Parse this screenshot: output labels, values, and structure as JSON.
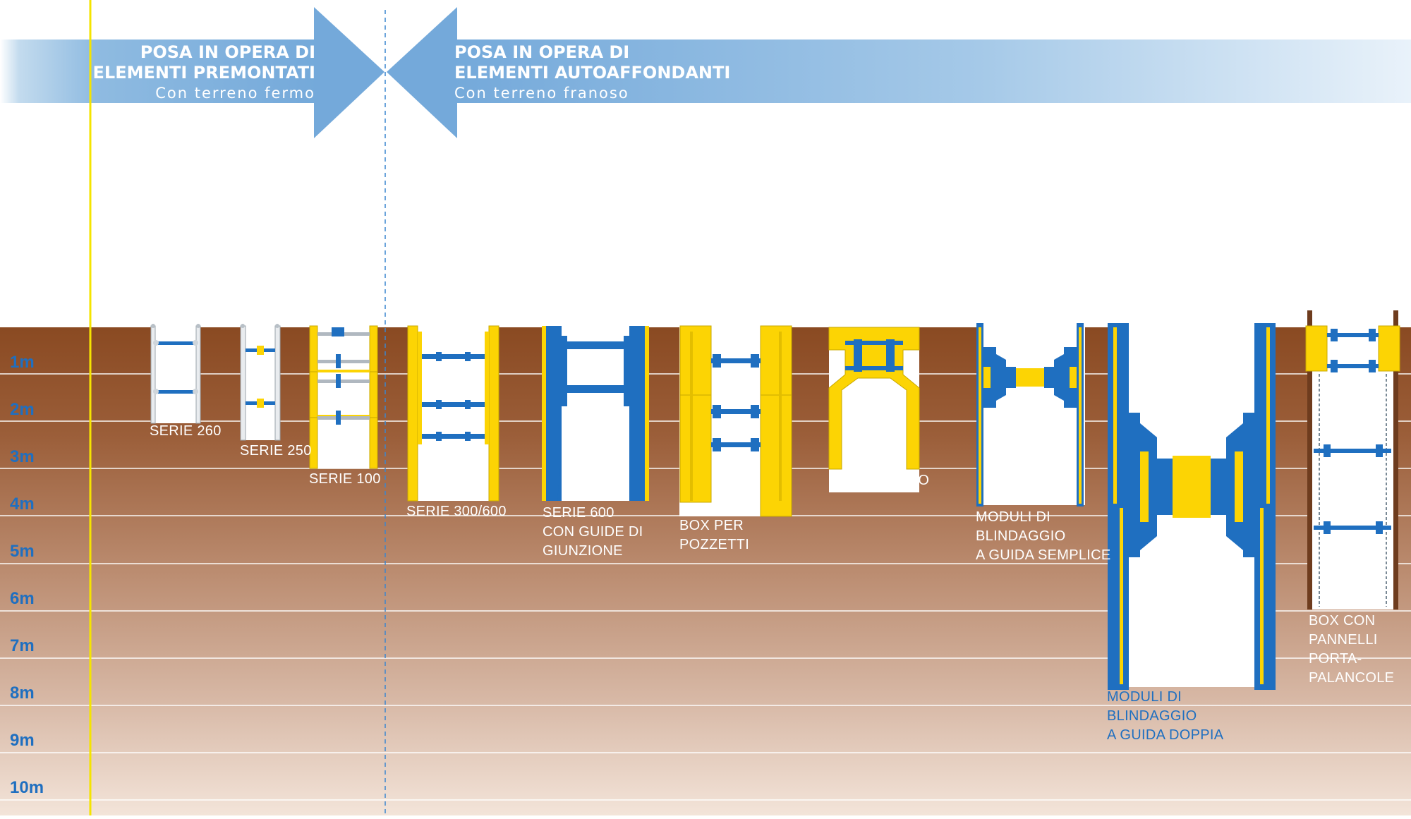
{
  "banner_left": {
    "line1": "POSA IN OPERA DI",
    "line2": "ELEMENTI PREMONTATI",
    "sub": "Con terreno fermo"
  },
  "banner_right": {
    "line1": "POSA IN OPERA DI",
    "line2": "ELEMENTI AUTOAFFONDANTI",
    "sub": "Con terreno franoso"
  },
  "depths": [
    "1m",
    "2m",
    "3m",
    "4m",
    "5m",
    "6m",
    "7m",
    "8m",
    "9m",
    "10m"
  ],
  "systems": {
    "serie260": "SERIE 260",
    "serie250": "SERIE 250",
    "serie100": "SERIE 100",
    "serie300600": "SERIE 300/600",
    "serie600": [
      "SERIE 600",
      "CON GUIDE DI",
      "GIUNZIONE"
    ],
    "box_pozzetti": [
      "BOX PER",
      "POZZETTI"
    ],
    "box_traino": "BOX A TRAINO",
    "guida_semplice": [
      "MODULI DI",
      "BLINDAGGIO",
      "A GUIDA SEMPLICE"
    ],
    "guida_doppia": [
      "MODULI DI",
      "BLINDAGGIO",
      "A GUIDA DOPPIA"
    ],
    "porta_palancole": [
      "BOX CON",
      "PANNELLI",
      "PORTA-",
      "PALANCOLE"
    ]
  },
  "colors": {
    "banner_blue": "#7fb0dc",
    "soil_top": "#8a4a22",
    "soil_bottom": "#f3e4d9",
    "steel_yellow": "#fcd404",
    "steel_blue": "#1f6fc0",
    "depth_blue": "#1f6fc0",
    "guide_line_yellow": "#f5e400"
  }
}
